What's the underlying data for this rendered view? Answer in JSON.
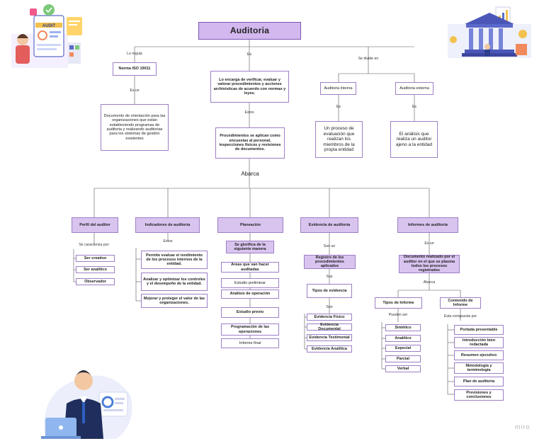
{
  "title": "Auditoria",
  "top_branches": {
    "regula_label": "Lo regula",
    "iso_box": "Norma ISO 19011",
    "es_un_label": "Es un",
    "iso_desc": "Documento de orientación para las organizaciones que están estableciendo programas de auditoria y realizando auditorias para los sistemas de gestión existentes",
    "es_label": "Es",
    "main_desc": "Lo encarga de verificar, evaluar y valorar procedimientos y acciones archivisticas de acuerdo con normas y leyes.",
    "estos_label": "Estos",
    "procedures_desc": "Procedimientos se aplican como encuestas al personal, inspecciones físicos y revisiones de documentos.",
    "divide_label": "Se divide en",
    "interna": "Auditoria interna",
    "externa": "Auditoria externa",
    "interna_es": "Es",
    "externa_es": "Es",
    "interna_desc": "Un proceso de evaluación que realizan los miembros de la propia entidad",
    "externa_desc": "El análisis que realiza un auditor ajeno a la entidad"
  },
  "abarca": "Abarca",
  "columns": {
    "perfil": {
      "header": "Perfil del auditor",
      "label": "Se caracteriza por:",
      "items": [
        "Ser creativo",
        "Ser analítico",
        "Observador"
      ]
    },
    "indicadores": {
      "header": "Indicadores de auditoria",
      "label": "Estos",
      "items": [
        "Permite evaluar el rendimiento de los procesos internos de la entidad.",
        "Analizar y optimizar los controles y el desempeño de la entidad.",
        "Mejorar y proteger el valor de las organizaciones."
      ]
    },
    "planeacion": {
      "header": "Planeación",
      "sub": "Se glorifica de la siguiente manera",
      "items": [
        "Areas que van hacer auditadas",
        "Estudio preliminar",
        "Análisis de operación",
        "Estudio previo",
        "Programación de las operaciones",
        "Informe final"
      ]
    },
    "evidencia": {
      "header": "Evidencia de auditoria",
      "label1": "Son un",
      "sub": "Registro de los procedimientos aplicados",
      "label2": "Sus",
      "tipos": "Tipos de evidencia",
      "label3": "Son",
      "items": [
        "Evidencia Físico",
        "Evidencia Documental",
        "Evidencia Testimonial",
        "Evidencia Analítica"
      ]
    },
    "informes": {
      "header": "Informes de auditoria",
      "label1": "Es un",
      "sub": "Documento realizado por el auditor en el que se plasma todos los procesos registrados",
      "label2": "Abarca",
      "tipos": "Tipos de Informe",
      "tipos_label": "Pueden ser",
      "tipos_items": [
        "Sintético",
        "Analítico",
        "Especial",
        "Parcial",
        "Verbal"
      ],
      "contenido": "Contenido de Informe",
      "contenido_label": "Esta compuesta por",
      "contenido_items": [
        "Portada presentable",
        "Introducción bien redactada",
        "Resumen ejecutivo",
        "Metodología y terminología",
        "Plan de auditoria",
        "Previsiones y conclusiones"
      ]
    }
  },
  "illustrations": {
    "audit_sign": "AUDIT",
    "top_left_icon": "audit-clipboard-illustration",
    "top_right_icon": "bank-building-illustration",
    "bottom_left_icon": "businessman-laptop-illustration"
  },
  "watermark": "miro",
  "colors": {
    "accent": "#d2b8ee",
    "border": "#9d7fc6",
    "fill": "#d9c4ef",
    "line": "#555555"
  }
}
